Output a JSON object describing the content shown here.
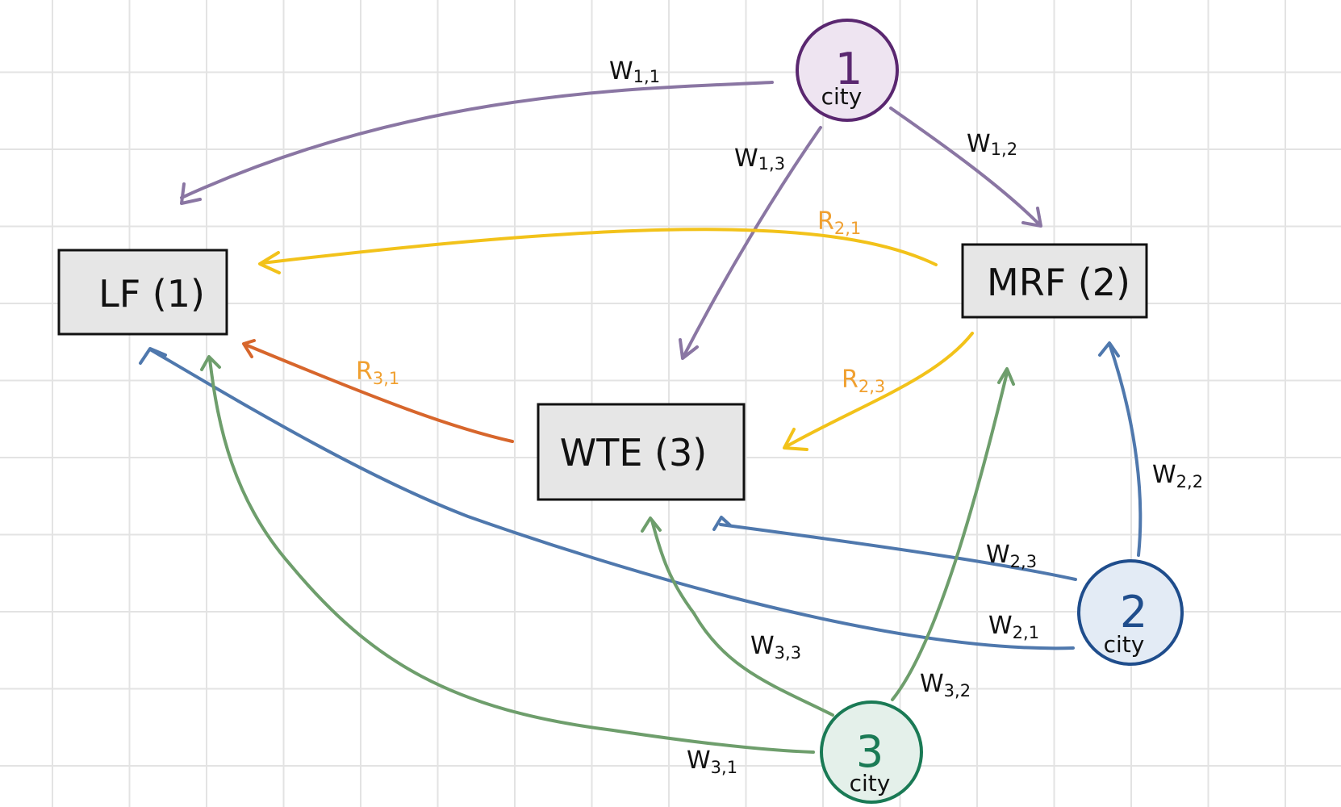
{
  "colors": {
    "city1": "#8a76a3",
    "city1_ring": "#5a2770",
    "city1_fill": "#eee4f1",
    "city2": "#4f78ad",
    "city2_ring": "#1f4d8c",
    "city2_fill": "#e3ebf5",
    "city3": "#6e9e6c",
    "city3_ring": "#1a7a55",
    "city3_fill": "#e4f0ea",
    "mrf_residue": "#f2c21a",
    "wte_residue": "#d7662c",
    "residue_label": "#f0a030",
    "waste_label": "#111111"
  },
  "facilities": {
    "lf": "LF (1)",
    "mrf": "MRF (2)",
    "wte": "WTE (3)"
  },
  "cities": {
    "c1": {
      "number": "1",
      "word": "city"
    },
    "c2": {
      "number": "2",
      "word": "city"
    },
    "c3": {
      "number": "3",
      "word": "city"
    }
  },
  "flows": {
    "w11": {
      "letter": "W",
      "sub": "1,1"
    },
    "w12": {
      "letter": "W",
      "sub": "1,2"
    },
    "w13": {
      "letter": "W",
      "sub": "1,3"
    },
    "w21": {
      "letter": "W",
      "sub": "2,1"
    },
    "w22": {
      "letter": "W",
      "sub": "2,2"
    },
    "w23": {
      "letter": "W",
      "sub": "2,3"
    },
    "w31": {
      "letter": "W",
      "sub": "3,1"
    },
    "w32": {
      "letter": "W",
      "sub": "3,2"
    },
    "w33": {
      "letter": "W",
      "sub": "3,3"
    },
    "r21": {
      "letter": "R",
      "sub": "2,1"
    },
    "r23": {
      "letter": "R",
      "sub": "2,3"
    },
    "r31": {
      "letter": "R",
      "sub": "3,1"
    }
  }
}
